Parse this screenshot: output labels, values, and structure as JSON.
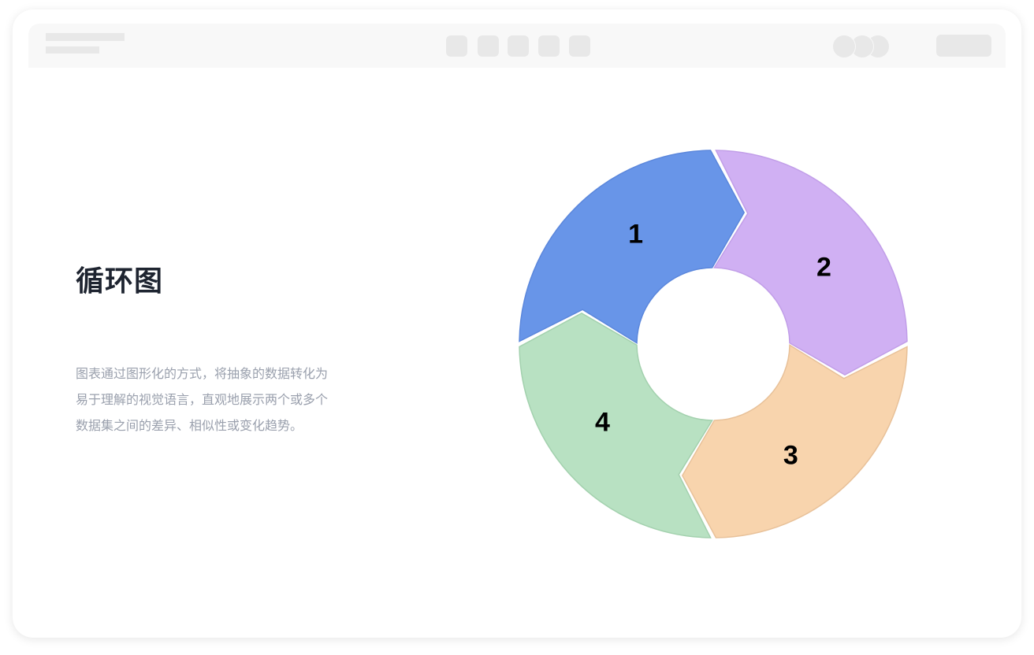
{
  "title": "循环图",
  "description": [
    "图表通过图形化的方式，将抽象的数据转化为",
    "易于理解的视觉语言，直观地展示两个或多个",
    "数据集之间的差异、相似性或变化趋势。"
  ],
  "cycle": {
    "segments": [
      {
        "label": "1",
        "color": "#6895e8",
        "stroke": "#5b87dc"
      },
      {
        "label": "2",
        "color": "#d0b0f3",
        "stroke": "#c19ee8"
      },
      {
        "label": "3",
        "color": "#f8d4ad",
        "stroke": "#e8c199"
      },
      {
        "label": "4",
        "color": "#b8e1c2",
        "stroke": "#a3d1ae"
      }
    ]
  }
}
